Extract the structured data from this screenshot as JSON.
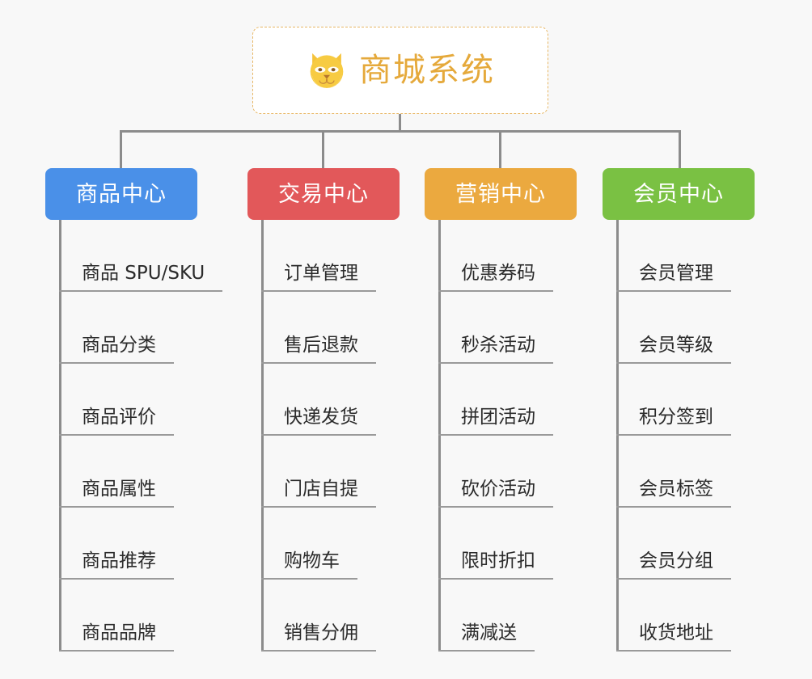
{
  "page": {
    "background_color": "#f8f8f8",
    "type": "organization-chart"
  },
  "root": {
    "title": "商城系统",
    "icon": "shiba-dog-face-emoji",
    "text_color": "#e5a93b",
    "border_color": "#e8b765",
    "background_color": "#ffffff"
  },
  "connector_color": "#8c8c8c",
  "columns": [
    {
      "label": "商品中心",
      "color": "#4a90e8",
      "items": [
        "商品 SPU/SKU",
        "商品分类",
        "商品评价",
        "商品属性",
        "商品推荐",
        "商品品牌"
      ]
    },
    {
      "label": "交易中心",
      "color": "#e2585a",
      "items": [
        "订单管理",
        "售后退款",
        "快递发货",
        "门店自提",
        "购物车",
        "销售分佣"
      ]
    },
    {
      "label": "营销中心",
      "color": "#eba93f",
      "items": [
        "优惠券码",
        "秒杀活动",
        "拼团活动",
        "砍价活动",
        "限时折扣",
        "满减送"
      ]
    },
    {
      "label": "会员中心",
      "color": "#7ac143",
      "items": [
        "会员管理",
        "会员等级",
        "积分签到",
        "会员标签",
        "会员分组",
        "收货地址"
      ]
    }
  ]
}
